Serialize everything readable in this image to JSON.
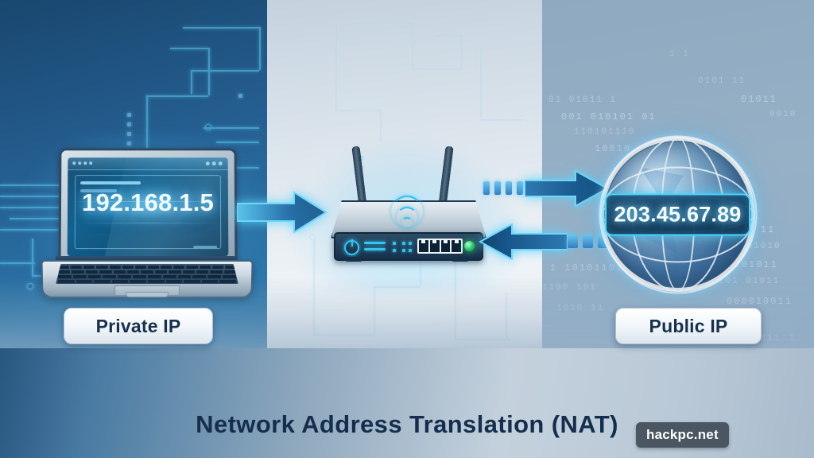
{
  "diagram": {
    "caption": "Network Address Translation (NAT)",
    "watermark": "hackpc.net"
  },
  "devices": {
    "laptop": {
      "name": "laptop",
      "ip_address": "192.168.1.5",
      "label": "Private IP"
    },
    "router": {
      "name": "router",
      "icons": [
        "power-icon",
        "wifi-icon",
        "status-led",
        "ethernet-ports"
      ],
      "port_count": 4,
      "antenna_count": 2
    },
    "globe": {
      "name": "globe",
      "ip_address": "203.45.67.89",
      "label": "Public IP"
    }
  },
  "flows": [
    {
      "name": "outbound-laptop-to-router",
      "direction": "right",
      "style": "solid"
    },
    {
      "name": "outbound-router-to-internet",
      "direction": "right",
      "style": "dashed"
    },
    {
      "name": "inbound-internet-to-router",
      "direction": "left",
      "style": "dashed"
    }
  ],
  "panels": {
    "left": "private-network-zone",
    "middle": "nat-gateway-zone",
    "right": "public-internet-zone"
  },
  "colors": {
    "private_panel": "#255f91",
    "middle_panel": "#e4ebf1",
    "public_panel": "#92acc3",
    "accent_cyan": "#4fd2f7",
    "arrow_blue": "#1d5c92",
    "text_navy": "#152e4d",
    "led_green": "#22c55e",
    "watermark_bg": "#4a5662"
  },
  "background": {
    "left_motif": "circuit-traces",
    "middle_motif": "circuit-traces-faint",
    "right_motif": "binary-digits",
    "binary_rows": [
      "01  01011  1",
      "001 010101 01",
      "110101110",
      "10010",
      "1      1",
      "00110101 11",
      "01 10101010",
      "00 101011",
      "1 0101  01011",
      "000010011",
      "10110 01",
      "011011  1"
    ]
  }
}
